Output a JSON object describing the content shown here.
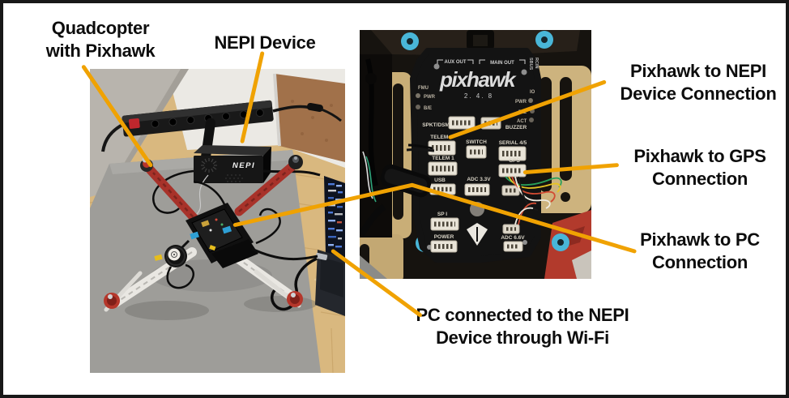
{
  "figure": {
    "background": "#ffffff",
    "border_color": "#181818",
    "accent_color": "#F0A202"
  },
  "callouts": {
    "quadcopter": [
      "Quadcopter",
      "with Pixhawk"
    ],
    "nepi_device": [
      "NEPI Device"
    ],
    "pixhawk_to_nepi": [
      "Pixhawk to NEPI",
      "Device Connection"
    ],
    "pixhawk_to_gps": [
      "Pixhawk to GPS",
      "Connection"
    ],
    "pixhawk_to_pc": [
      "Pixhawk to PC",
      "Connection"
    ],
    "pc_to_nepi": [
      "PC connected to the NEPI",
      "Device through Wi-Fi"
    ]
  },
  "left_photo": {
    "nepi_box_label": "NEPI"
  },
  "pixhawk_board": {
    "brand": "pixhawk",
    "version": "2. 4. 8",
    "header_left": "AUX OUT",
    "header_right": "MAIN OUT",
    "side_top": "SBUS",
    "side_bottom": "RCIN",
    "led_left_title": "FMU",
    "led_right_title": "IO",
    "led_pwr": "PWR",
    "led_be": "B/E",
    "led_act": "ACT",
    "ports": {
      "spkt_dsm": "SPKT/DSM",
      "buzzer": "BUZZER",
      "telem2": "TELEM 2",
      "switch": "SWITCH",
      "serial45": "SERIAL 4/5",
      "telem1": "TELEM 1",
      "gps": "GPS",
      "usb": "USB",
      "adc33": "ADC 3.3V",
      "spi": "SP I",
      "power": "POWER",
      "adc66": "ADC 6.6V"
    }
  }
}
